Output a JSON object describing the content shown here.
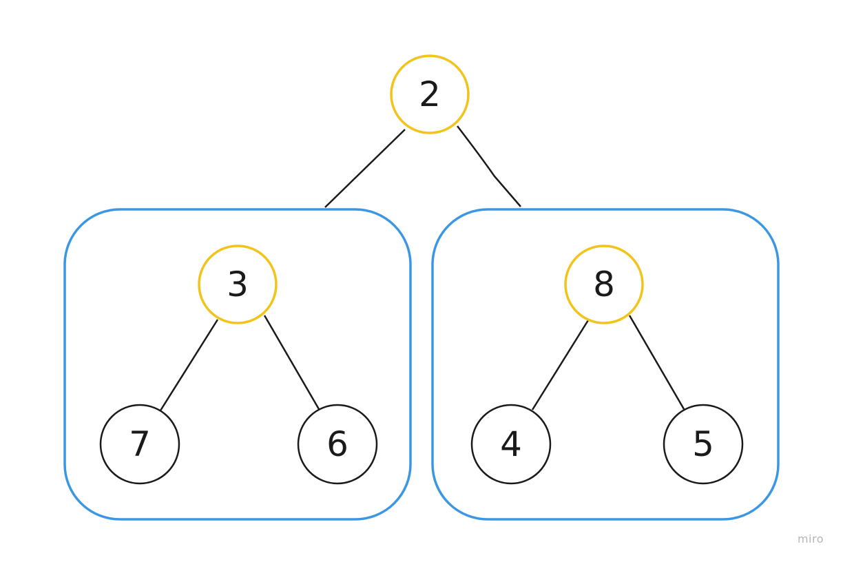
{
  "colors": {
    "highlight": "#f2c419",
    "group": "#3b97e3",
    "default": "#1a1a1a"
  },
  "nodes": {
    "root": "2",
    "left_subroot": "3",
    "left_left": "7",
    "left_right": "6",
    "right_subroot": "8",
    "right_left": "4",
    "right_right": "5"
  },
  "watermark": "miro"
}
